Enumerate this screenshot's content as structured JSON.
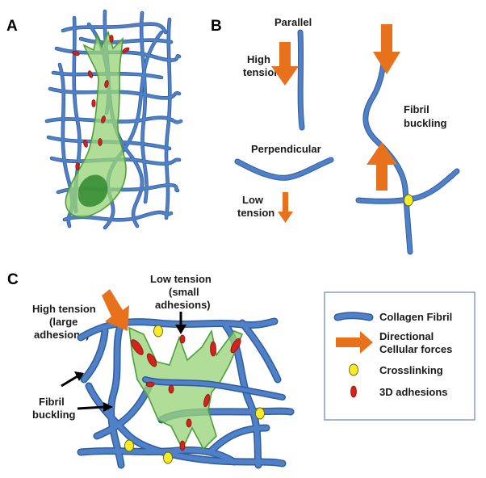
{
  "panels": {
    "a": "A",
    "b": "B",
    "c": "C"
  },
  "panel_b": {
    "parallel": "Parallel",
    "high_tension_1": "High",
    "high_tension_2": "tension",
    "perpendicular": "Perpendicular",
    "low_tension_1": "Low",
    "low_tension_2": "tension",
    "fibril_buckling_1": "Fibril",
    "fibril_buckling_2": "buckling"
  },
  "panel_c": {
    "low_tension_1": "Low tension",
    "low_tension_2": "(small",
    "low_tension_3": "adhesions)",
    "high_tension_1": "High tension",
    "high_tension_2": "(large",
    "high_tension_3": "adhesions)",
    "fibril_buckling_1": "Fibril",
    "fibril_buckling_2": "buckling"
  },
  "legend": {
    "collagen_fibril": "Collagen Fibril",
    "forces_1": "Directional",
    "forces_2": "Cellular forces",
    "crosslinking": "Crosslinking",
    "adhesions": "3D adhesions"
  },
  "colors": {
    "fibril": "#4f80c8",
    "force": "#e8721c",
    "crosslink": "#f6ec2a",
    "adhesion": "#d4221c",
    "cell": "#9ad47a",
    "legend_border": "#6f8fc4"
  }
}
